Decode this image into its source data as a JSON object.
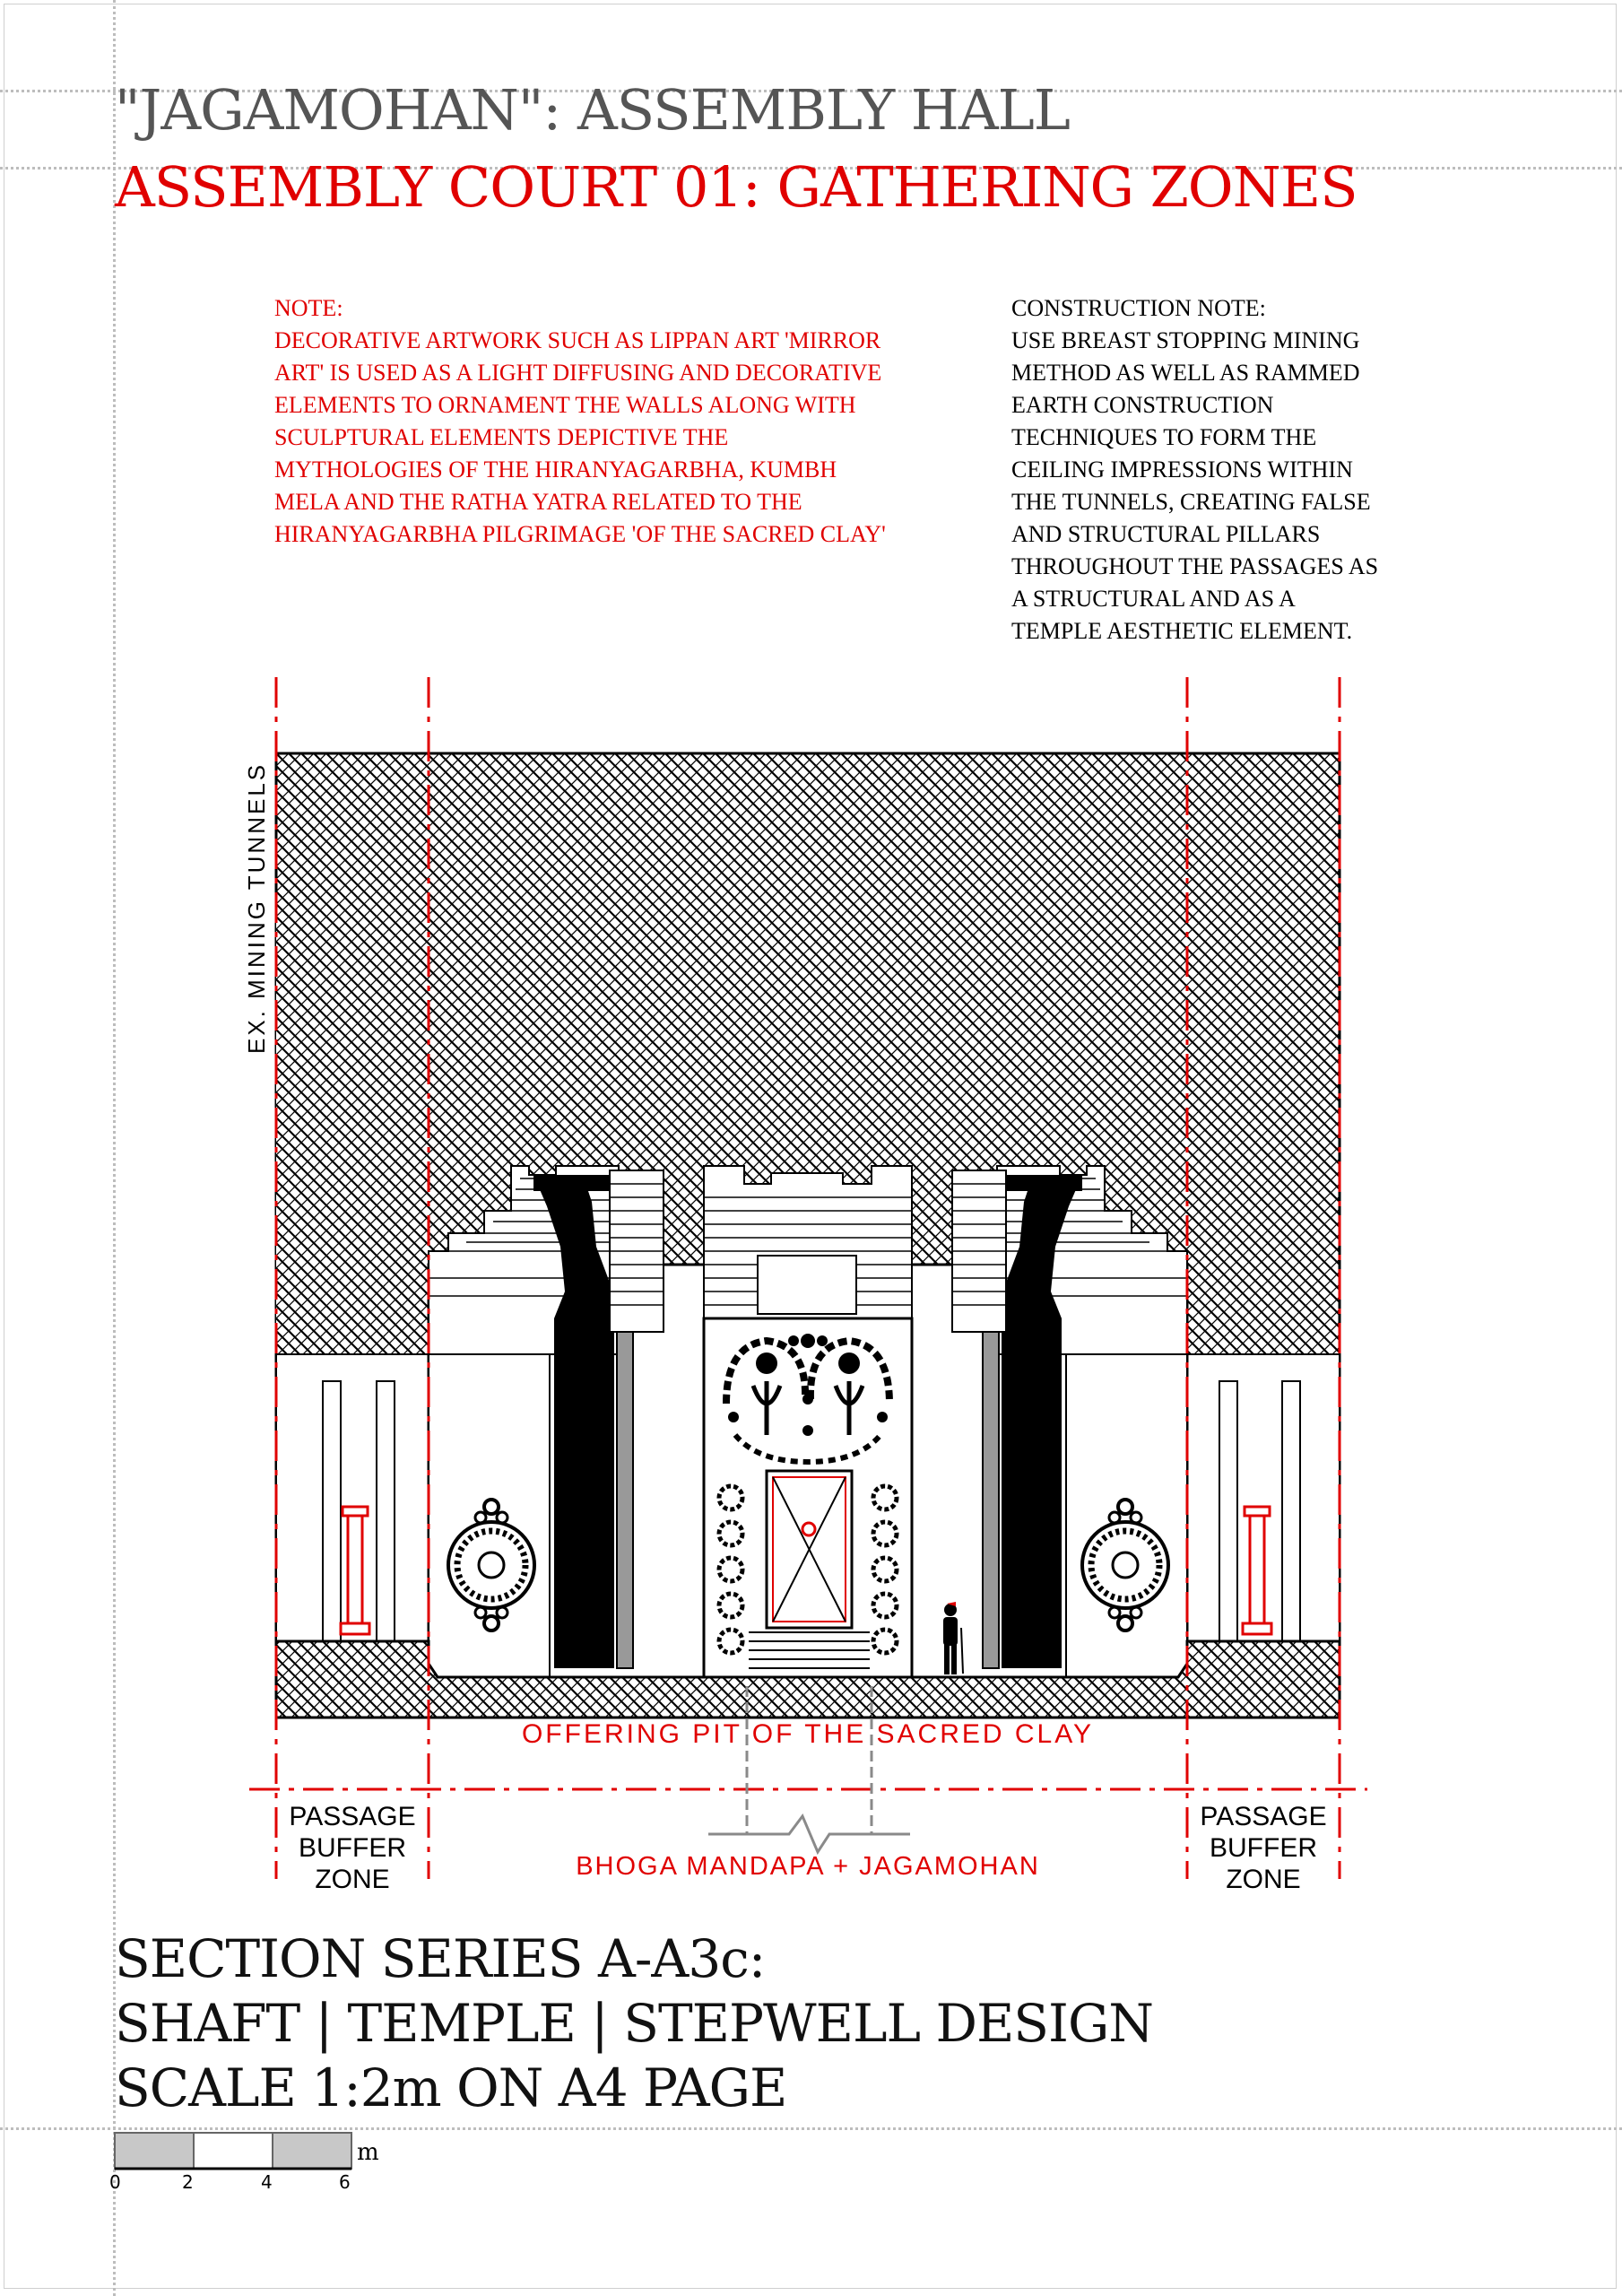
{
  "header": {
    "title": "\"JAGAMOHAN\": ASSEMBLY HALL",
    "subtitle": "ASSEMBLY COURT 01: GATHERING ZONES"
  },
  "notes": {
    "design_note": "NOTE:\nDECORATIVE ARTWORK SUCH AS LIPPAN ART 'MIRROR\nART' IS USED AS A LIGHT DIFFUSING AND DECORATIVE\nELEMENTS TO ORNAMENT THE WALLS ALONG WITH\nSCULPTURAL ELEMENTS DEPICTIVE THE\nMYTHOLOGIES OF THE HIRANYAGARBHA, KUMBH\nMELA AND THE RATHA YATRA RELATED TO THE\nHIRANYAGARBHA PILGRIMAGE 'OF THE SACRED CLAY'",
    "construction_note": "CONSTRUCTION NOTE:\nUSE BREAST STOPPING MINING\nMETHOD AS WELL AS RAMMED\nEARTH CONSTRUCTION\nTECHNIQUES TO FORM THE\nCEILING IMPRESSIONS WITHIN\nTHE TUNNELS, CREATING FALSE\nAND STRUCTURAL PILLARS\nTHROUGHOUT THE PASSAGES AS\nA STRUCTURAL AND AS A\nTEMPLE AESTHETIC ELEMENT."
  },
  "diagram": {
    "side_label": "EX. MINING TUNNELS",
    "pit_label": "OFFERING PIT OF THE SACRED CLAY",
    "zone_left": [
      "PASSAGE",
      "BUFFER",
      "ZONE"
    ],
    "zone_center": "BHOGA MANDAPA + JAGAMOHAN",
    "zone_right": [
      "PASSAGE",
      "BUFFER",
      "ZONE"
    ]
  },
  "footer": {
    "series": "SECTION SERIES A-A3c:",
    "design": "SHAFT | TEMPLE | STEPWELL DESIGN",
    "scale": "SCALE 1:2m ON A4 PAGE"
  },
  "scale_bar": {
    "unit": "m",
    "ticks": [
      "0",
      "2",
      "4",
      "6"
    ]
  },
  "colors": {
    "accent_red": "#e00000",
    "ink": "#000000",
    "title_grey": "#555555",
    "pillar_grey": "#999999"
  }
}
